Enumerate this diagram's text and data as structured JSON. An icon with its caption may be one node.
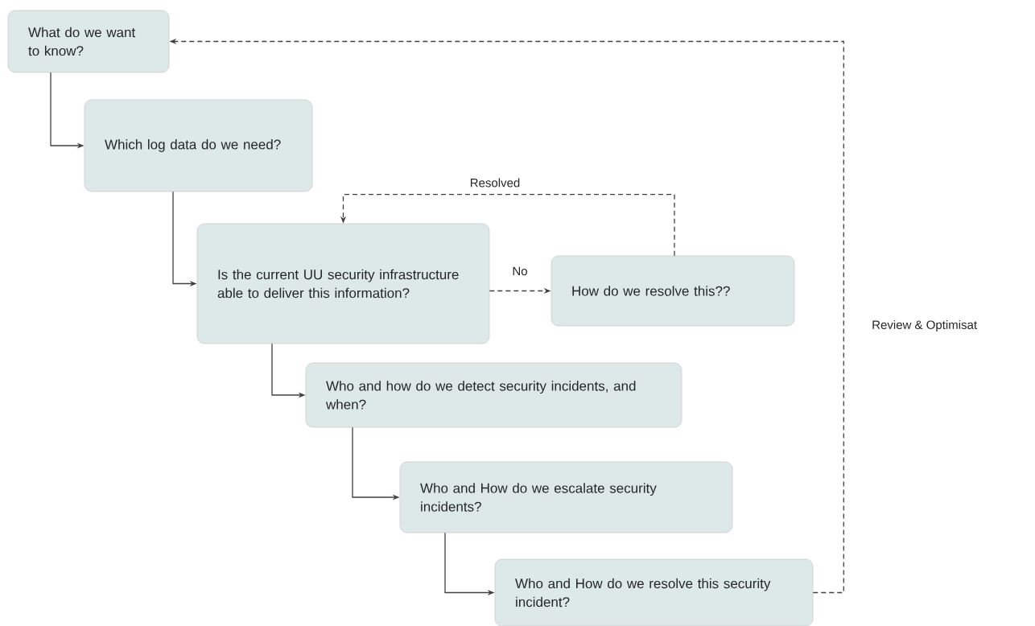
{
  "diagram": {
    "nodes": [
      {
        "text": [
          "What do we want to know?"
        ]
      },
      {
        "text": [
          "Which log data do we need?"
        ]
      },
      {
        "text": [
          "Is the current UU security infrastructure able to deliver this information?"
        ]
      },
      {
        "text": [
          "How do we resolve this??"
        ]
      },
      {
        "text": [
          "Who and how do we detect security incidents, and when?"
        ]
      },
      {
        "text": [
          "Who and How do we escalate security incidents?"
        ]
      },
      {
        "text": [
          "Who and How do we resolve this security incident?"
        ]
      }
    ],
    "edges": [
      {
        "from": 0,
        "to": 1,
        "arrow": "to"
      },
      {
        "from": 1,
        "to": 2,
        "arrow": "to"
      },
      {
        "from": 2,
        "to": 3,
        "arrow": "to",
        "label": "No",
        "style": "dashed"
      },
      {
        "from": 3,
        "to": 2,
        "arrow": "to",
        "label": "Resolved",
        "style": "dashed"
      },
      {
        "from": 2,
        "to": 4,
        "arrow": "to"
      },
      {
        "from": 4,
        "to": 5,
        "arrow": "to"
      },
      {
        "from": 5,
        "to": 6,
        "arrow": "to"
      },
      {
        "from": 6,
        "to": 0,
        "arrow": "to",
        "label": "Review & Optimisat",
        "style": "dashed"
      }
    ]
  }
}
